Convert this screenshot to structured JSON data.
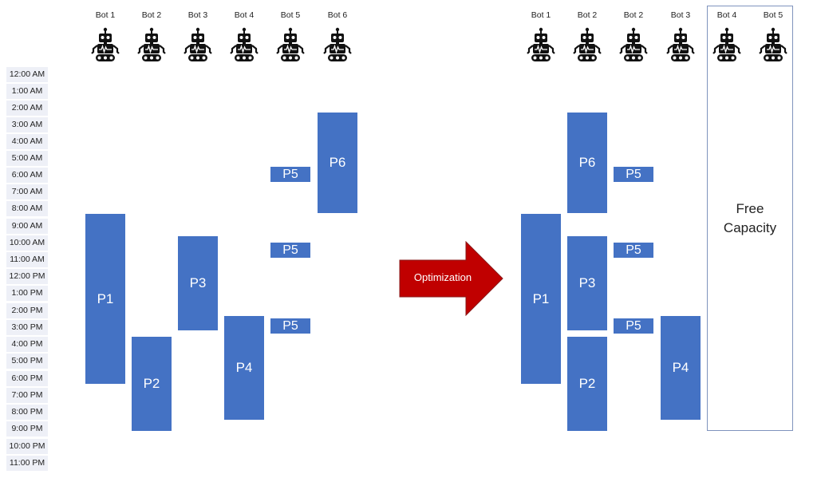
{
  "time_labels": [
    "12:00 AM",
    "1:00 AM",
    "2:00 AM",
    "3:00 AM",
    "4:00 AM",
    "5:00 AM",
    "6:00 AM",
    "7:00 AM",
    "8:00 AM",
    "9:00 AM",
    "10:00 AM",
    "11:00 AM",
    "12:00 PM",
    "1:00 PM",
    "2:00 PM",
    "3:00 PM",
    "4:00 PM",
    "5:00 PM",
    "6:00 PM",
    "7:00 PM",
    "8:00 PM",
    "9:00 PM",
    "10:00 PM",
    "11:00 PM"
  ],
  "before": {
    "bots": [
      "Bot 1",
      "Bot 2",
      "Bot 3",
      "Bot 4",
      "Bot 5",
      "Bot 6"
    ]
  },
  "after": {
    "bots": [
      "Bot 1",
      "Bot 2",
      "Bot 2",
      "Bot 3",
      "Bot 4",
      "Bot 5"
    ],
    "free_capacity_line1": "Free",
    "free_capacity_line2": "Capacity"
  },
  "arrow_label": "Optimization",
  "process_labels": {
    "p1": "P1",
    "p2": "P2",
    "p3": "P3",
    "p4": "P4",
    "p5": "P5",
    "p6": "P6"
  },
  "colors": {
    "block": "#4472c4",
    "arrow": "#c00000",
    "time_bg": "#eef0f7",
    "free_border": "#7f93bd"
  },
  "icons": {
    "bot": "robot-icon"
  }
}
